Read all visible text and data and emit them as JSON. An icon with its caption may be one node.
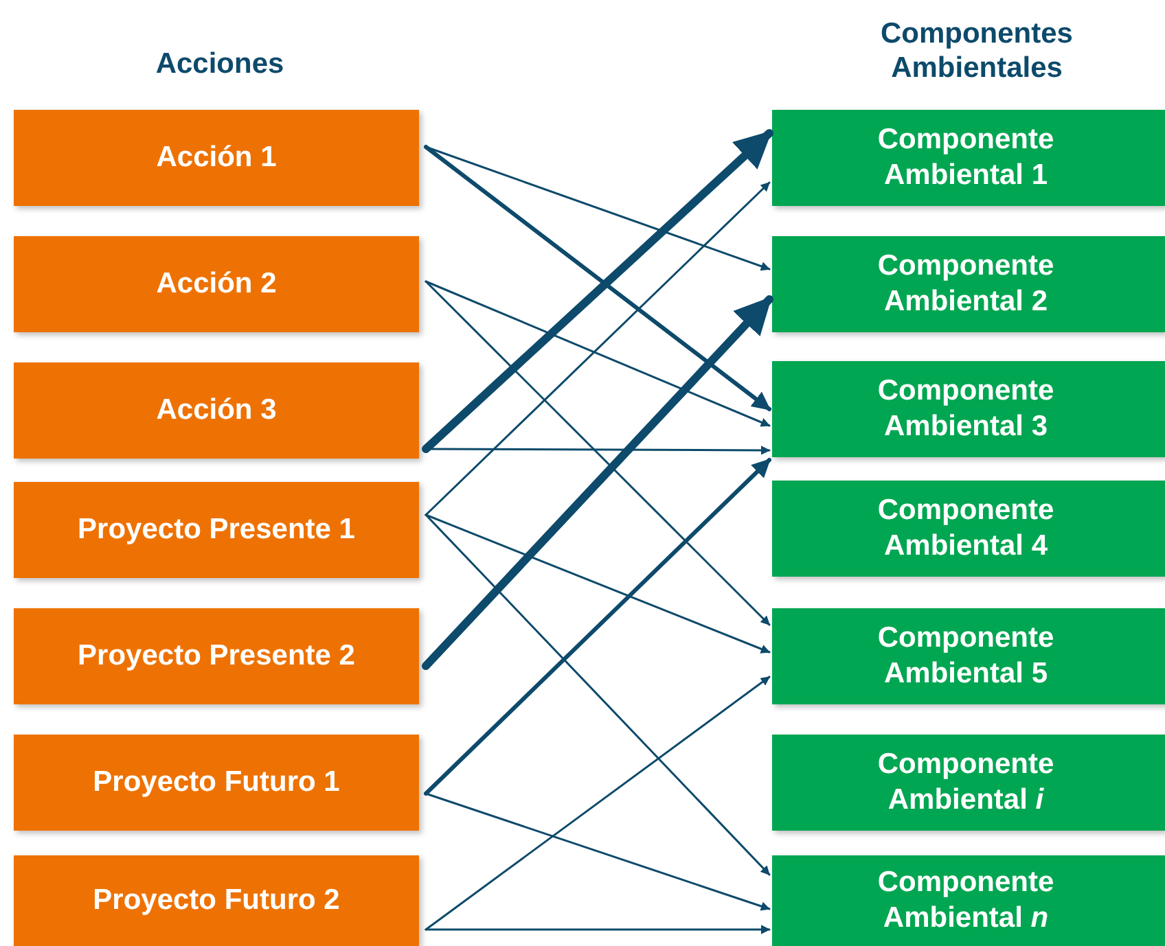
{
  "diagram": {
    "nodes": [
      {
        "text": [
          "Acción 1"
        ]
      },
      {
        "text": [
          "Acción 2"
        ]
      },
      {
        "text": [
          "Acción 3"
        ]
      },
      {
        "text": [
          "Proyecto Presente 1"
        ]
      },
      {
        "text": [
          "Proyecto Presente 2"
        ]
      },
      {
        "text": [
          "Proyecto Futuro 1"
        ]
      },
      {
        "text": [
          "Proyecto Futuro 2"
        ]
      },
      {
        "text": [
          "Componente Ambiental 1"
        ]
      },
      {
        "text": [
          "Componente Ambiental 2"
        ]
      },
      {
        "text": [
          "Componente Ambiental 3"
        ]
      },
      {
        "text": [
          "Componente Ambiental 4"
        ]
      },
      {
        "text": [
          "Componente Ambiental 5"
        ]
      },
      {
        "text": [
          "Componente Ambiental *i*"
        ]
      },
      {
        "text": [
          "Componente Ambiental *n*"
        ]
      }
    ],
    "edges": [
      {
        "from": 0,
        "to": 8,
        "arrow": "to"
      },
      {
        "from": 0,
        "to": 9,
        "arrow": "to",
        "style": "thick"
      },
      {
        "from": 1,
        "to": 9,
        "arrow": "to"
      },
      {
        "from": 1,
        "to": 11,
        "arrow": "to"
      },
      {
        "from": 2,
        "to": 7,
        "arrow": "to",
        "style": "thick"
      },
      {
        "from": 2,
        "to": 9,
        "arrow": "to"
      },
      {
        "from": 3,
        "to": 7,
        "arrow": "to"
      },
      {
        "from": 3,
        "to": 11,
        "arrow": "to"
      },
      {
        "from": 3,
        "to": 13,
        "arrow": "to"
      },
      {
        "from": 4,
        "to": 8,
        "arrow": "to",
        "style": "thick"
      },
      {
        "from": 5,
        "to": 9,
        "arrow": "to",
        "style": "thick"
      },
      {
        "from": 5,
        "to": 13,
        "arrow": "to"
      },
      {
        "from": 6,
        "to": 11,
        "arrow": "to"
      },
      {
        "from": 6,
        "to": 13,
        "arrow": "to"
      }
    ],
    "labels": [
      "Acciones",
      "Componentes Ambientales"
    ]
  }
}
